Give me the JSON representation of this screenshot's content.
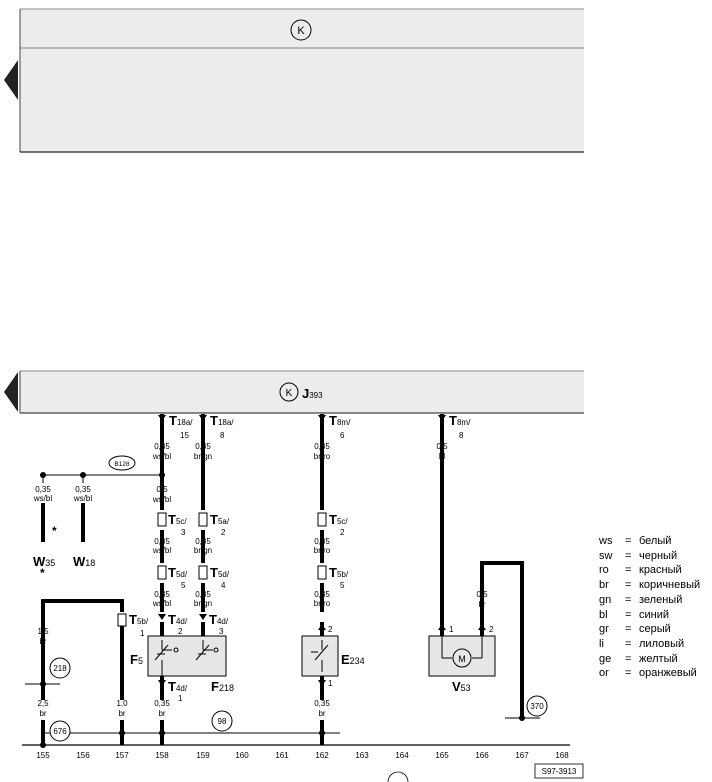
{
  "top_panel": {
    "symbol": "K"
  },
  "main_panel": {
    "symbol": "K",
    "title": "J",
    "title_sub": "393"
  },
  "connectors_top": [
    {
      "id": "t18a15",
      "name": "T",
      "sub": "18a/",
      "pin": "15",
      "wire_size": "0,35",
      "wire_color": "ws/bl"
    },
    {
      "id": "t18a8",
      "name": "T",
      "sub": "18a/",
      "pin": "8",
      "wire_size": "0,35",
      "wire_color": "br/gn"
    },
    {
      "id": "t8m6",
      "name": "T",
      "sub": "8m/",
      "pin": "6",
      "wire_size": "0,35",
      "wire_color": "br/ro"
    },
    {
      "id": "t8m8",
      "name": "T",
      "sub": "8m/",
      "pin": "8",
      "wire_size": "0,5",
      "wire_color": "bl"
    }
  ],
  "junction_b128": {
    "label": "B128",
    "wire_size": "0,5",
    "wire_color": "ws/bl"
  },
  "w_branch": [
    {
      "wire_size": "0,35",
      "wire_color": "ws/bl"
    },
    {
      "wire_size": "0,35",
      "wire_color": "ws/bl"
    }
  ],
  "components": {
    "w35": {
      "name": "W",
      "sub": "35",
      "star": "*"
    },
    "w18": {
      "name": "W",
      "sub": "18"
    },
    "f5": {
      "name": "F",
      "sub": "5"
    },
    "f218": {
      "name": "F",
      "sub": "218"
    },
    "e234": {
      "name": "E",
      "sub": "234"
    },
    "v53": {
      "name": "V",
      "sub": "53",
      "motor": "M"
    }
  },
  "connectors_mid": [
    {
      "id": "t5c3",
      "name": "T",
      "sub": "5c/",
      "pin": "3",
      "wire_size": "0,35",
      "wire_color": "ws/bl"
    },
    {
      "id": "t5a2",
      "name": "T",
      "sub": "5a/",
      "pin": "2",
      "wire_size": "0,35",
      "wire_color": "br/gn"
    },
    {
      "id": "t5c2",
      "name": "T",
      "sub": "5c/",
      "pin": "2",
      "wire_size": "0,35",
      "wire_color": "br/ro"
    },
    {
      "id": "t5d5",
      "name": "T",
      "sub": "5d/",
      "pin": "5",
      "wire_size": "0,35",
      "wire_color": "ws/bl"
    },
    {
      "id": "t5d4",
      "name": "T",
      "sub": "5d/",
      "pin": "4",
      "wire_size": "0,35",
      "wire_color": "br/gn"
    },
    {
      "id": "t5b5",
      "name": "T",
      "sub": "5b/",
      "pin": "5",
      "wire_size": "0,35",
      "wire_color": "br/ro"
    }
  ],
  "connectors_low": [
    {
      "id": "t4d2",
      "name": "T",
      "sub": "4d/",
      "pin": "2"
    },
    {
      "id": "t4d3",
      "name": "T",
      "sub": "4d/",
      "pin": "3"
    },
    {
      "id": "t4d1",
      "name": "T",
      "sub": "4d/",
      "pin": "1"
    },
    {
      "id": "t5b1",
      "name": "T",
      "sub": "5b/",
      "pin": "1"
    }
  ],
  "pins": {
    "f5_pin1": "1",
    "e234_pin2": "2",
    "e234_pin1": "1",
    "v53_pin1": "1",
    "v53_pin2": "2"
  },
  "wires_low": [
    {
      "id": "w155a",
      "wire_size": "1,5",
      "wire_color": "br"
    },
    {
      "id": "w155b",
      "wire_size": "2,5",
      "wire_color": "br"
    },
    {
      "id": "w157",
      "wire_size": "1,0",
      "wire_color": "br"
    },
    {
      "id": "w158",
      "wire_size": "0,35",
      "wire_color": "br"
    },
    {
      "id": "w162",
      "wire_size": "0,35",
      "wire_color": "br"
    },
    {
      "id": "w166",
      "wire_size": "0,5",
      "wire_color": "br"
    }
  ],
  "markers": {
    "m218": "218",
    "m676": "676",
    "m98": "98",
    "m370": "370"
  },
  "axis_numbers": [
    "155",
    "156",
    "157",
    "158",
    "159",
    "160",
    "161",
    "162",
    "163",
    "164",
    "165",
    "166",
    "167",
    "168"
  ],
  "doc_code": "S97-3913",
  "legend": [
    {
      "code": "ws",
      "eq": "=",
      "meaning": "белый"
    },
    {
      "code": "sw",
      "eq": "=",
      "meaning": "черный"
    },
    {
      "code": "ro",
      "eq": "=",
      "meaning": "красный"
    },
    {
      "code": "br",
      "eq": "=",
      "meaning": "коричневый"
    },
    {
      "code": "gn",
      "eq": "=",
      "meaning": "зеленый"
    },
    {
      "code": "bl",
      "eq": "=",
      "meaning": "синий"
    },
    {
      "code": "gr",
      "eq": "=",
      "meaning": "серый"
    },
    {
      "code": "li",
      "eq": "=",
      "meaning": "лиловый"
    },
    {
      "code": "ge",
      "eq": "=",
      "meaning": "желтый"
    },
    {
      "code": "or",
      "eq": "=",
      "meaning": "оранжевый"
    }
  ]
}
